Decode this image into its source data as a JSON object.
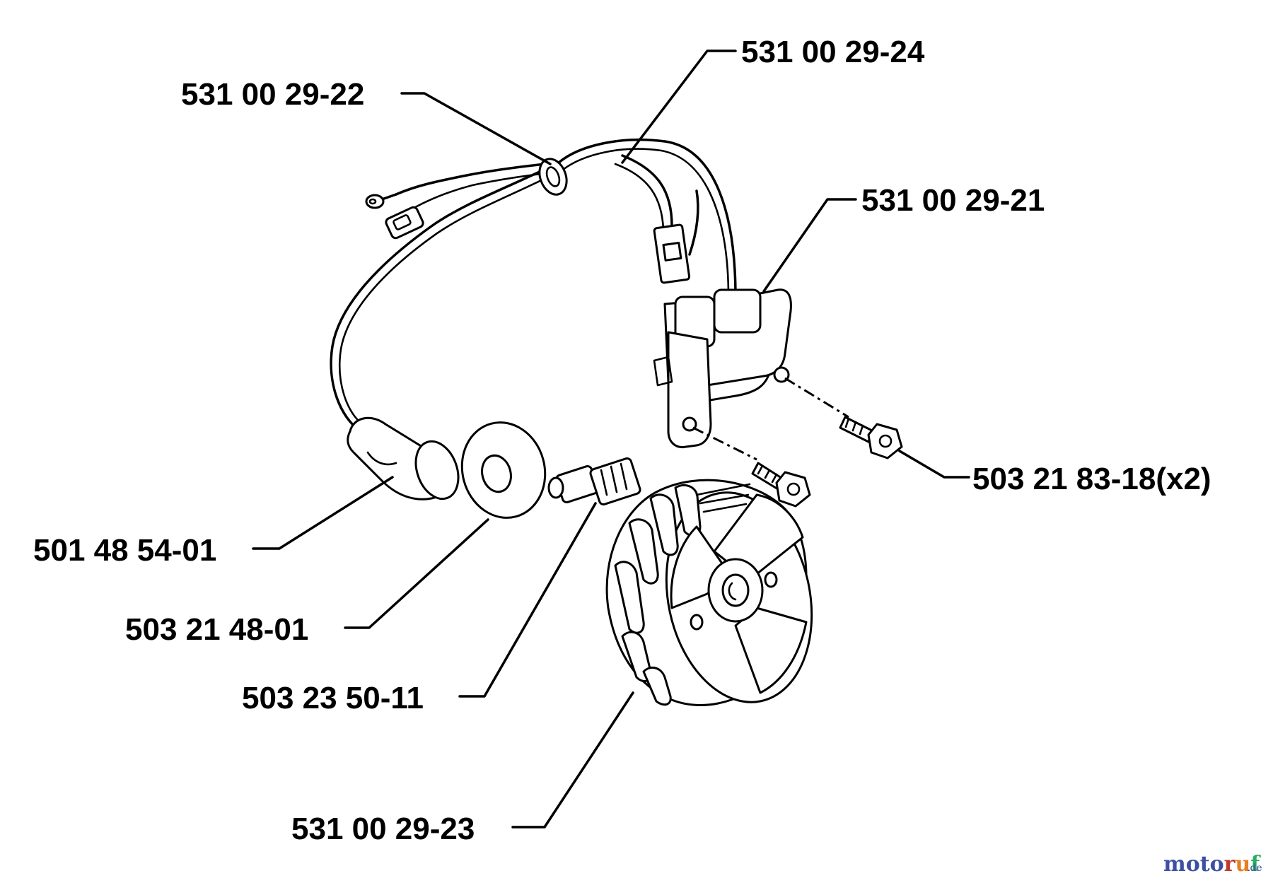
{
  "labels": {
    "p531_00_29_24": "531 00 29-24",
    "p531_00_29_22": "531 00 29-22",
    "p531_00_29_21": "531 00 29-21",
    "p503_21_83_18": "503 21 83-18(x2)",
    "p501_48_54_01": "501 48 54-01",
    "p503_21_48_01": "503 21 48-01",
    "p503_23_50_11": "503 23 50-11",
    "p531_00_29_23": "531 00 29-23"
  },
  "watermark": {
    "letters": [
      "m",
      "o",
      "t",
      "o",
      "r",
      "u",
      "f"
    ],
    "suffix": ".de",
    "colors": [
      "#3d4fa3",
      "#3d4fa3",
      "#3d4fa3",
      "#3d4fa3",
      "#c0392b",
      "#e67e22",
      "#27ae60"
    ]
  }
}
